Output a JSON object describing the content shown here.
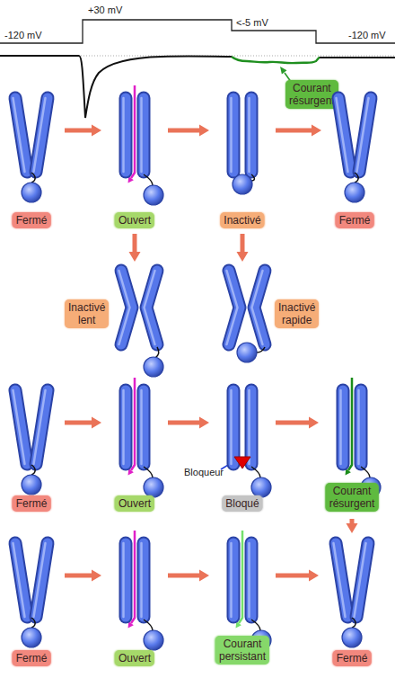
{
  "diagram": {
    "nodes": [
      {
        "text": [
          "Courant résurgent"
        ]
      },
      {
        "text": [
          "Fermé"
        ]
      },
      {
        "text": [
          "Ouvert"
        ]
      },
      {
        "text": [
          "Inactivé"
        ]
      },
      {
        "text": [
          "Fermé"
        ]
      },
      {
        "text": [
          "Inactivé lent"
        ]
      },
      {
        "text": [
          "Inactivé rapide"
        ]
      },
      {
        "text": [
          "Fermé"
        ]
      },
      {
        "text": [
          "Ouvert"
        ]
      },
      {
        "text": [
          "Bloqué"
        ]
      },
      {
        "text": [
          "Courant résurgent"
        ]
      },
      {
        "text": [
          "Fermé"
        ]
      },
      {
        "text": [
          "Ouvert"
        ]
      },
      {
        "text": [
          "Courant persistant"
        ]
      },
      {
        "text": [
          "Fermé"
        ]
      }
    ],
    "edges": [
      {
        "from": 1,
        "to": 2,
        "arrow": "to"
      },
      {
        "from": 2,
        "to": 3,
        "arrow": "to"
      },
      {
        "from": 3,
        "to": 4,
        "arrow": "to"
      },
      {
        "from": 2,
        "to": 5,
        "arrow": "to"
      },
      {
        "from": 3,
        "to": 6,
        "arrow": "to"
      },
      {
        "from": 7,
        "to": 8,
        "arrow": "to"
      },
      {
        "from": 8,
        "to": 9,
        "arrow": "to"
      },
      {
        "from": 9,
        "to": 10,
        "arrow": "to"
      },
      {
        "from": 10,
        "to": 14,
        "arrow": "to"
      },
      {
        "from": 11,
        "to": 12,
        "arrow": "to"
      },
      {
        "from": 12,
        "to": 13,
        "arrow": "to"
      },
      {
        "from": 13,
        "to": 14,
        "arrow": "to"
      }
    ],
    "labels": [
      "+30 mV",
      "-120 mV",
      "<-5 mV",
      "-120 mV",
      "Bloqueur"
    ]
  }
}
